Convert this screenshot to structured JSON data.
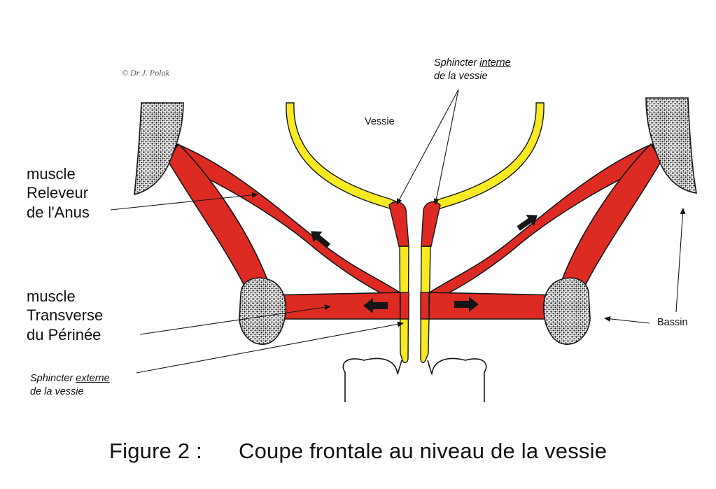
{
  "credit": "© Dr J. Polak",
  "labels": {
    "releveur": [
      "muscle",
      "Releveur",
      "de l'Anus"
    ],
    "transverse": [
      "muscle",
      "Transverse",
      "du Périnée"
    ],
    "vessie": "Vessie",
    "sphincter_interne": {
      "word": "Sphincter",
      "qualifier": "interne",
      "line2": "de la vessie"
    },
    "sphincter_externe": {
      "word": "Sphincter",
      "qualifier": "externe",
      "line2": "de la vessie"
    },
    "bassin": "Bassin"
  },
  "caption": {
    "figure": "Figure 2 :",
    "title": "Coupe frontale au niveau de la vessie"
  },
  "colors": {
    "muscle": "#dd2a22",
    "muscle_outline": "#151515",
    "bladder_wall": "#f7ea22",
    "sphincter": "#dd2a22",
    "bone_fill": "#f2f2f2",
    "bone_speckle": "#151515"
  },
  "icons": [
    "contraction-arrow-icon"
  ]
}
